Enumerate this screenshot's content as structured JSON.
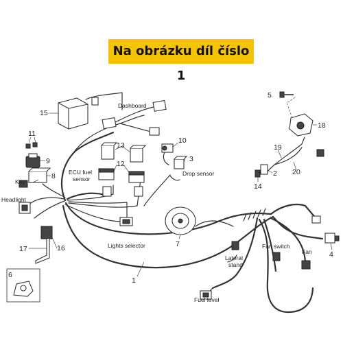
{
  "banner": {
    "text": "Na obrázku díl číslo 1",
    "color": "#f5c400"
  },
  "labels": {
    "dashboard": "Dashboard",
    "ecu_fuel_sensor_1": "ECU fuel",
    "ecu_fuel_sensor_2": "sensor",
    "drop_sensor": "Drop sensor",
    "key": "Key",
    "headlight": "Headlight",
    "lights_selector": "Lights selector",
    "fuel_level": "Fuel level",
    "lateral_stand_1": "Lateral",
    "lateral_stand_2": "stand",
    "fan_switch": "Fan switch",
    "fan": "Fan"
  },
  "numbers": {
    "n1": "1",
    "n2": "2",
    "n3": "3",
    "n4": "4",
    "n5": "5",
    "n6": "6",
    "n7": "7",
    "n8": "8",
    "n9": "9",
    "n10": "10",
    "n11": "11",
    "n12": "12",
    "n13": "13",
    "n14": "14",
    "n15": "15",
    "n16": "16",
    "n17": "17",
    "n18": "18",
    "n19": "19",
    "n20": "20"
  }
}
